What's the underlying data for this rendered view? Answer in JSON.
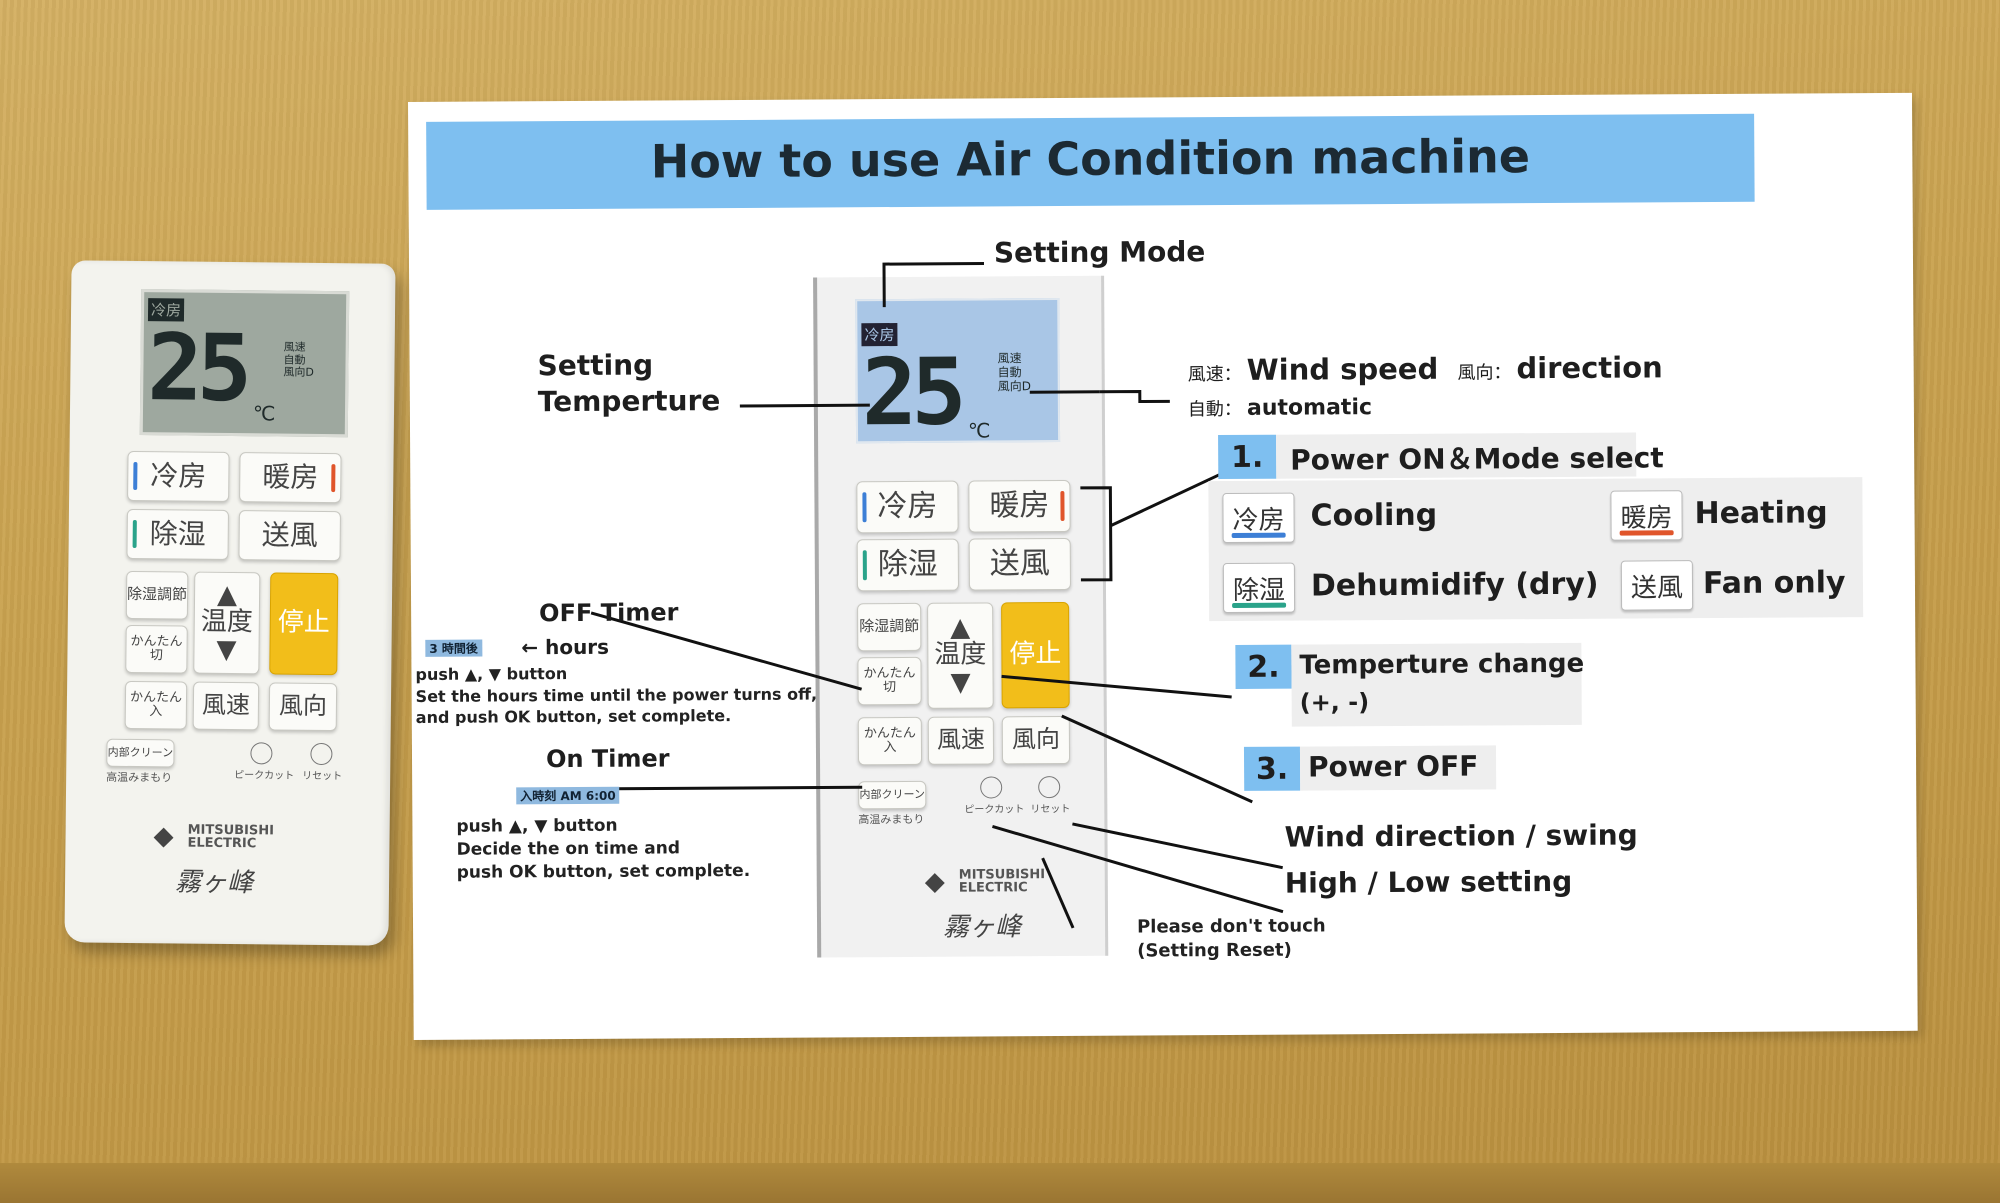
{
  "remote": {
    "lcd_mode": "冷房",
    "lcd_temp": "25",
    "lcd_unit": "℃",
    "lcd_status": [
      "風速",
      "自動",
      "風向D"
    ],
    "buttons": {
      "cool": "冷房",
      "heat": "暖房",
      "dry": "除湿",
      "fan": "送風",
      "dehumid_adjust": "除湿調節",
      "temp": "温度",
      "stop": "停止",
      "off_timer": "かんたん切",
      "on_timer": "かんたん入",
      "fan_speed": "風速",
      "direction": "風向",
      "clean": "内部クリーン",
      "peak_cut": "ピークカット",
      "reset": "リセット"
    },
    "extra_note": "高温みまもり",
    "brand": "MITSUBISHI ELECTRIC",
    "series": "霧ヶ峰",
    "stripe_colors": {
      "cool": "#3d7fd6",
      "heat": "#e0552b",
      "dry": "#2aa38a"
    }
  },
  "sheet": {
    "title": "How to use Air Condition machine",
    "setting_mode": "Setting Mode",
    "setting_temp_line1": "Setting",
    "setting_temp_line2": "Temperture",
    "wind_speed_jp": "風速：",
    "wind_speed": "Wind speed",
    "direction_jp": "風向：",
    "direction": "direction",
    "automatic_jp": "自動：",
    "automatic": "automatic",
    "step1_num": "1.",
    "step1": "Power ON＆Mode select",
    "cooling": "Cooling",
    "heating": "Heating",
    "dehumidify": "Dehumidify (dry)",
    "fan_only": "Fan only",
    "step2_num": "2.",
    "step2_line1": "Temperture change",
    "step2_line2": "(+, -)",
    "step3_num": "3.",
    "step3": "Power OFF",
    "off_timer": "OFF Timer",
    "off_timer_display": "3 時間後",
    "hours": "← hours",
    "off_push": "push ▲, ▼  button",
    "off_desc1": "Set the hours time until the power turns off,",
    "off_desc2": "and push OK button, set complete.",
    "on_timer": "On Timer",
    "on_timer_display": "入時刻 AM 6:00",
    "on_push": "push ▲, ▼   button",
    "on_desc1": "Decide the on time and",
    "on_desc2": "push OK button, set complete.",
    "wind_direction": "Wind direction / swing",
    "high_low": "High / Low setting",
    "dont_touch_1": "Please don't touch",
    "dont_touch_2": "(Setting Reset)"
  }
}
